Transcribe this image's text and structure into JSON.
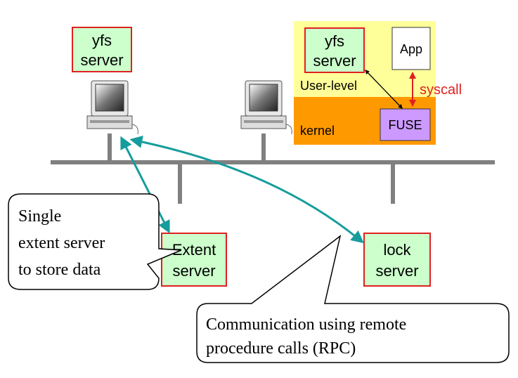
{
  "boxes": {
    "yfs_server_left": {
      "line1": "yfs",
      "line2": "server"
    },
    "yfs_server_right": {
      "line1": "yfs",
      "line2": "server"
    },
    "app": {
      "label": "App"
    },
    "fuse": {
      "label": "FUSE"
    },
    "extent_server": {
      "line1": "Extent",
      "line2": "server"
    },
    "lock_server": {
      "line1": "lock",
      "line2": "server"
    }
  },
  "layers": {
    "user_level": "User-level",
    "kernel": "kernel"
  },
  "syscall": "syscall",
  "callouts": {
    "extent": {
      "line1": "Single",
      "line2": "extent server",
      "line3": "to store data"
    },
    "rpc": {
      "line1": "Communication using remote",
      "line2": "procedure calls (RPC)"
    }
  },
  "colors": {
    "box_fill": "#ccffcc",
    "box_border": "#e02020",
    "user_level_bg": "#ffff99",
    "kernel_bg": "#ff9900",
    "fuse_fill": "#cc99ff",
    "arrow_teal": "#169c9c",
    "syscall_red": "#e02020",
    "network_gray": "#808080"
  },
  "icons": [
    "computer-icon",
    "computer-icon"
  ]
}
